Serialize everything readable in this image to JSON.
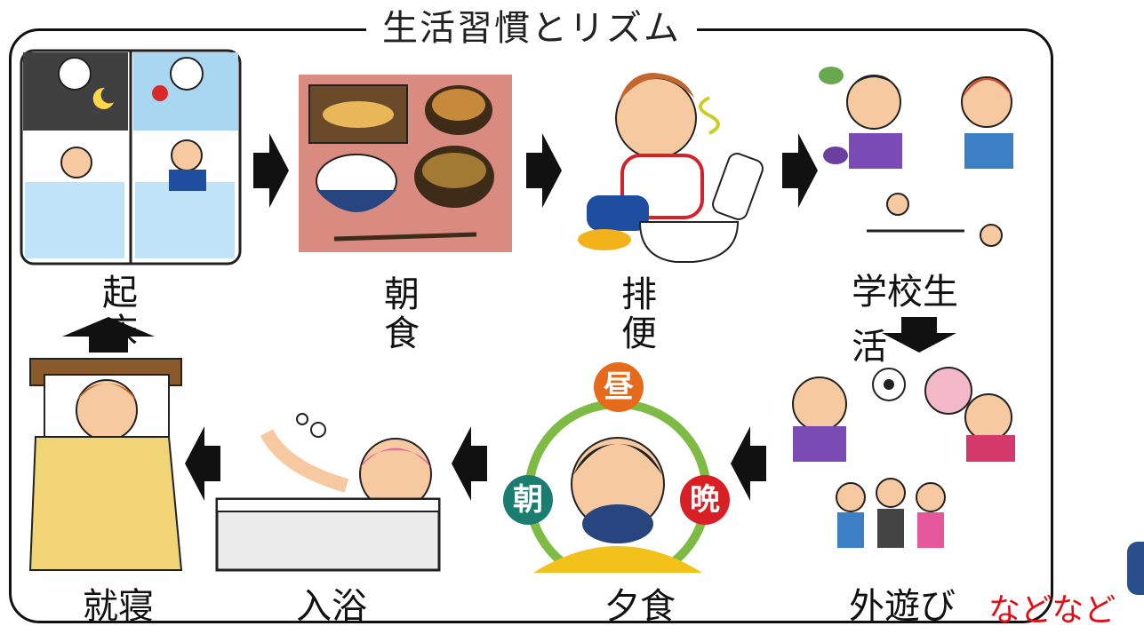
{
  "title": "生活習慣とリズム",
  "steps": [
    {
      "label": "起床",
      "icon": "wake-up-illustration"
    },
    {
      "label": "朝食",
      "icon": "breakfast-illustration"
    },
    {
      "label": "排便",
      "icon": "toilet-illustration"
    },
    {
      "label": "学校生活",
      "icon": "school-life-illustration"
    },
    {
      "label": "外遊び",
      "icon": "outdoor-play-illustration"
    },
    {
      "label": "夕食",
      "icon": "dinner-illustration"
    },
    {
      "label": "入浴",
      "icon": "bath-illustration"
    },
    {
      "label": "就寝",
      "icon": "sleep-illustration"
    }
  ],
  "meals": {
    "morning": "朝",
    "noon": "昼",
    "evening": "晩"
  },
  "footer_note": "などなど",
  "colors": {
    "accent_red": "#e0101a",
    "meal_orange": "#e56a1c",
    "meal_teal": "#1b7d6f",
    "meal_red": "#d91f26",
    "plate_green": "#7dbb44"
  }
}
